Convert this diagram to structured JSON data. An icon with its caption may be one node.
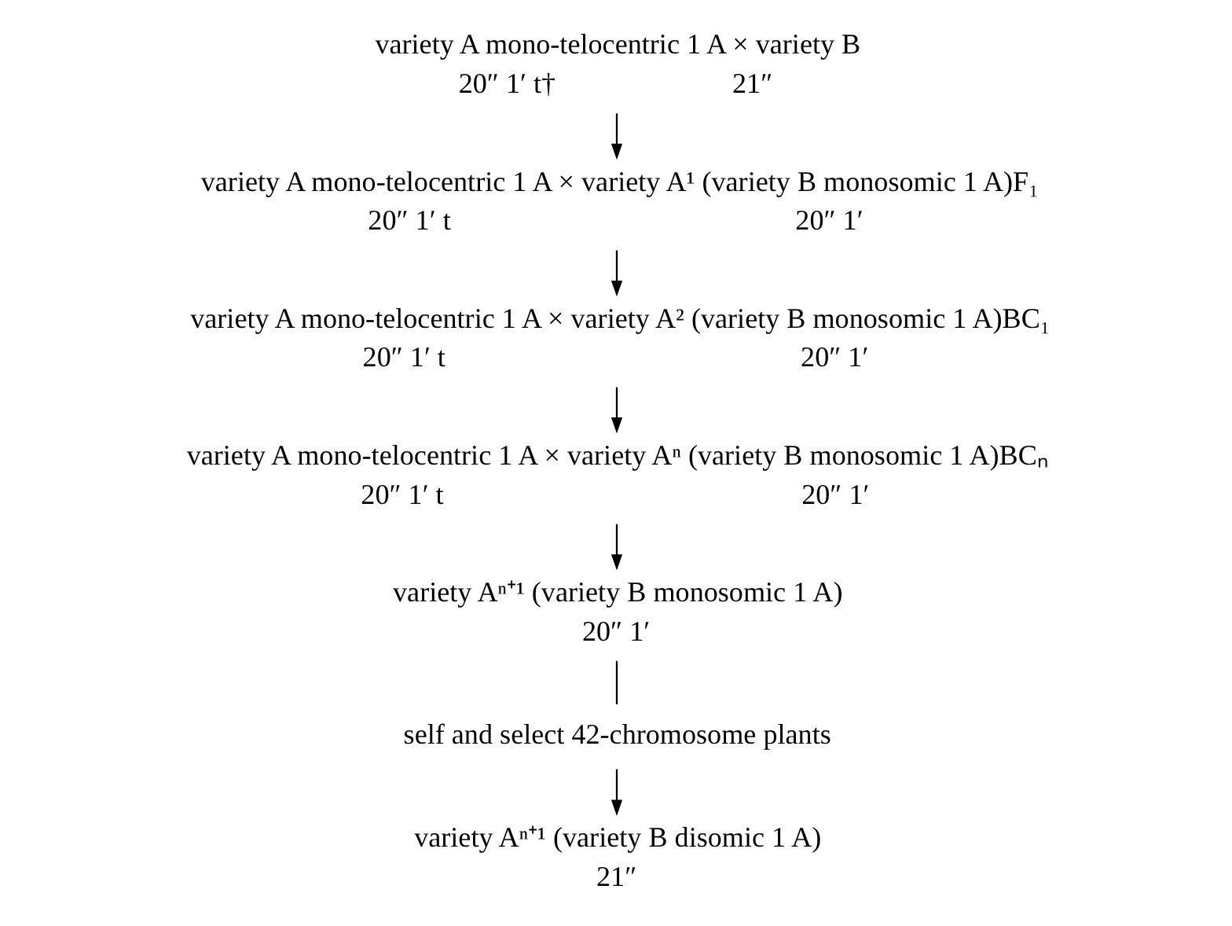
{
  "diagram": {
    "nodes": [
      {
        "text": [
          "variety A mono-telocentric 1 A × variety B"
        ],
        "beside": [
          "20″ 1′ t†",
          "21″"
        ]
      },
      {
        "text": [
          "variety A mono-telocentric 1 A × variety A¹ (variety B monosomic 1 A)F₁"
        ],
        "beside": [
          "20″ 1′ t",
          "20″ 1′"
        ]
      },
      {
        "text": [
          "variety A mono-telocentric 1 A × variety A² (variety B monosomic 1 A)BC₁"
        ],
        "beside": [
          "20″ 1′ t",
          "20″ 1′"
        ]
      },
      {
        "text": [
          "variety A mono-telocentric 1 A × variety Aⁿ (variety B monosomic 1 A)BCₙ"
        ],
        "beside": [
          "20″ 1′ t",
          "20″ 1′"
        ]
      },
      {
        "text": [
          "variety Aⁿ⁺¹ (variety B monosomic 1 A)"
        ],
        "beside": [
          "20″ 1′"
        ]
      },
      {
        "text": [
          "self and select 42-chromosome plants"
        ]
      },
      {
        "text": [
          "variety Aⁿ⁺¹ (variety B disomic 1 A)"
        ],
        "beside": [
          "21″"
        ]
      }
    ],
    "edges": [
      {
        "from": 0,
        "to": 1,
        "arrow": "to"
      },
      {
        "from": 1,
        "to": 2,
        "arrow": "to"
      },
      {
        "from": 2,
        "to": 3,
        "arrow": "to"
      },
      {
        "from": 3,
        "to": 4,
        "arrow": "to"
      },
      {
        "from": 4,
        "to": 5,
        "arrow": "none"
      },
      {
        "from": 5,
        "to": 6,
        "arrow": "to"
      }
    ]
  }
}
